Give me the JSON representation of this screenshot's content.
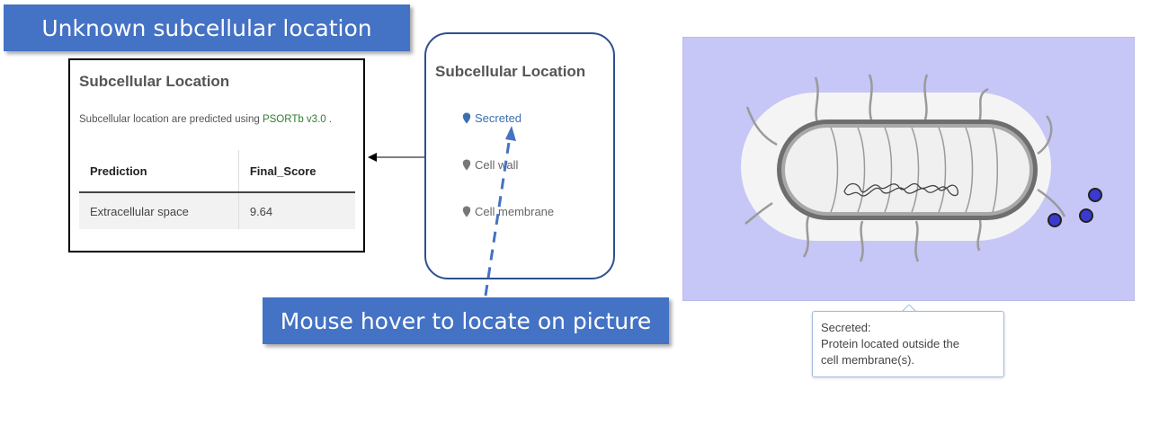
{
  "banners": {
    "top": "Unknown subcellular location",
    "bottom": "Mouse hover to locate on picture"
  },
  "result_panel": {
    "title": "Subcellular Location",
    "desc_prefix": "Subcellular location are predicted using ",
    "desc_link": "PSORTb v3.0",
    "desc_suffix": " .",
    "table": {
      "headers": [
        "Prediction",
        "Final_Score"
      ],
      "rows": [
        [
          "Extracellular space",
          "9.64"
        ]
      ]
    }
  },
  "location_card": {
    "title": "Subcellular Location",
    "items": [
      {
        "label": "Secreted",
        "icon": "location-pin-icon",
        "active": true
      },
      {
        "label": "Cell wall",
        "icon": "location-pin-icon",
        "active": false
      },
      {
        "label": "Cell membrane",
        "icon": "location-pin-icon",
        "active": false
      }
    ]
  },
  "tooltip": {
    "line1": "Secreted:",
    "line2": "Protein located outside the",
    "line3": "cell membrane(s)."
  },
  "colors": {
    "banner": "#4472c4",
    "figure_background": "#c6c6f7",
    "active_item": "#3a6fb0",
    "link": "#2e7d32",
    "secreted_marker": "#3a3ad0"
  }
}
